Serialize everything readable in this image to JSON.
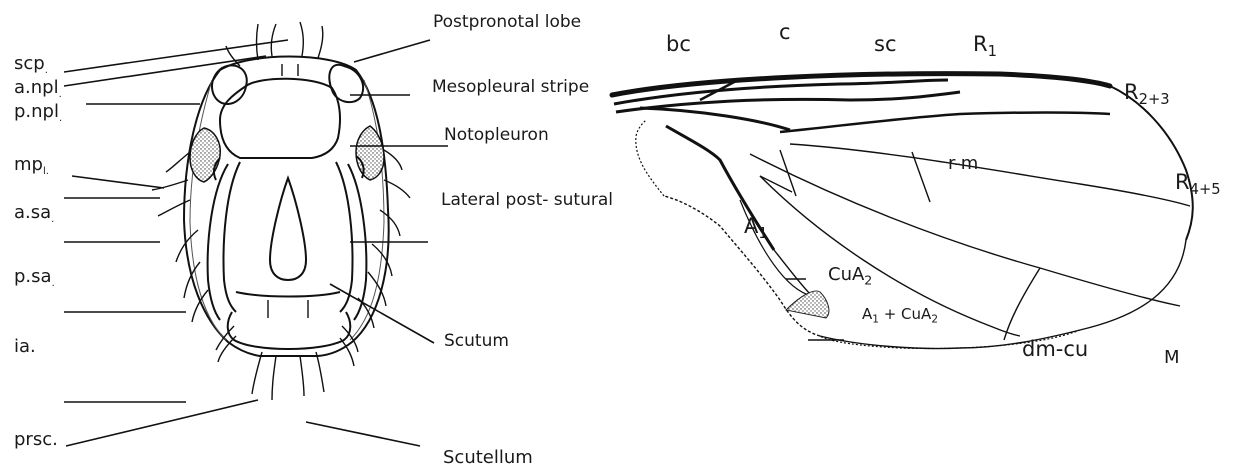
{
  "thorax": {
    "left_labels": {
      "scp": "scp",
      "scp_suffix": ".",
      "anpl": "a.npl",
      "anpl_suffix": ".",
      "pnpl": "p.npl",
      "pnpl_suffix": ".",
      "mpl": "mp",
      "mpl_suffix": "l.",
      "asa": "a.sa",
      "asa_suffix": ".",
      "psa": "p.sa",
      "psa_suffix": ".",
      "ia": "ia.",
      "prsc": "prsc."
    },
    "right_labels": {
      "postpronotal": "Postpronotal lobe",
      "mesopleural": "Mesopleural stripe",
      "notopleuron": "Notopleuron",
      "lateral": "Lateral post- sutural",
      "scutum": "Scutum",
      "scutellum": "Scutellum"
    }
  },
  "wing": {
    "bc": "bc",
    "c": "c",
    "sc": "sc",
    "r1": "R",
    "r1_sub": "1",
    "r23": "R",
    "r23_sub": "2+3",
    "r45": "R",
    "r45_sub": "4+5",
    "rm": "r-m",
    "a1": "A",
    "a1_sub": "1",
    "cua2": "CuA",
    "cua2_sub": "2",
    "a1cua2_a": "A",
    "a1cua2_a_sub": "1",
    "a1cua2_plus": " + CuA",
    "a1cua2_sub": "2",
    "dmcu": "dm-cu",
    "m": "M"
  }
}
